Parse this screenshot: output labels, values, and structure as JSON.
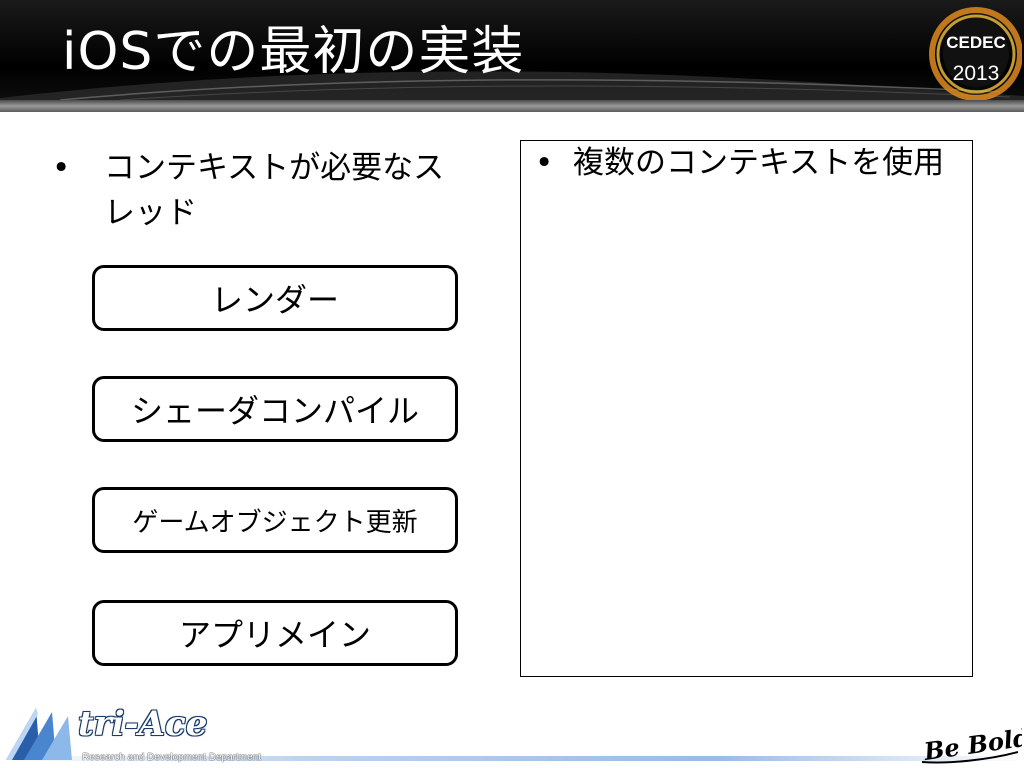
{
  "slide": {
    "title": "iOSでの最初の実装"
  },
  "logos": {
    "cedec_year": "2013",
    "cedec_name": "CEDEC",
    "triace_name": "tri-Ace",
    "triace_dept": "Research and Development Department",
    "bebold": "Be Bold!"
  },
  "left": {
    "bullet_symbol": "•",
    "bullet_text": "コンテキストが必要なスレッド",
    "threads": [
      "レンダー",
      "シェーダコンパイル",
      "ゲームオブジェクト更新",
      "アプリメイン"
    ]
  },
  "right": {
    "bullet_symbol": "•",
    "bullet_text": "複数のコンテキストを使用"
  },
  "colors": {
    "header_bg": "#000000",
    "title_text": "#ffffff",
    "box_border": "#000000",
    "footer_accent": "#9bbbe4"
  }
}
